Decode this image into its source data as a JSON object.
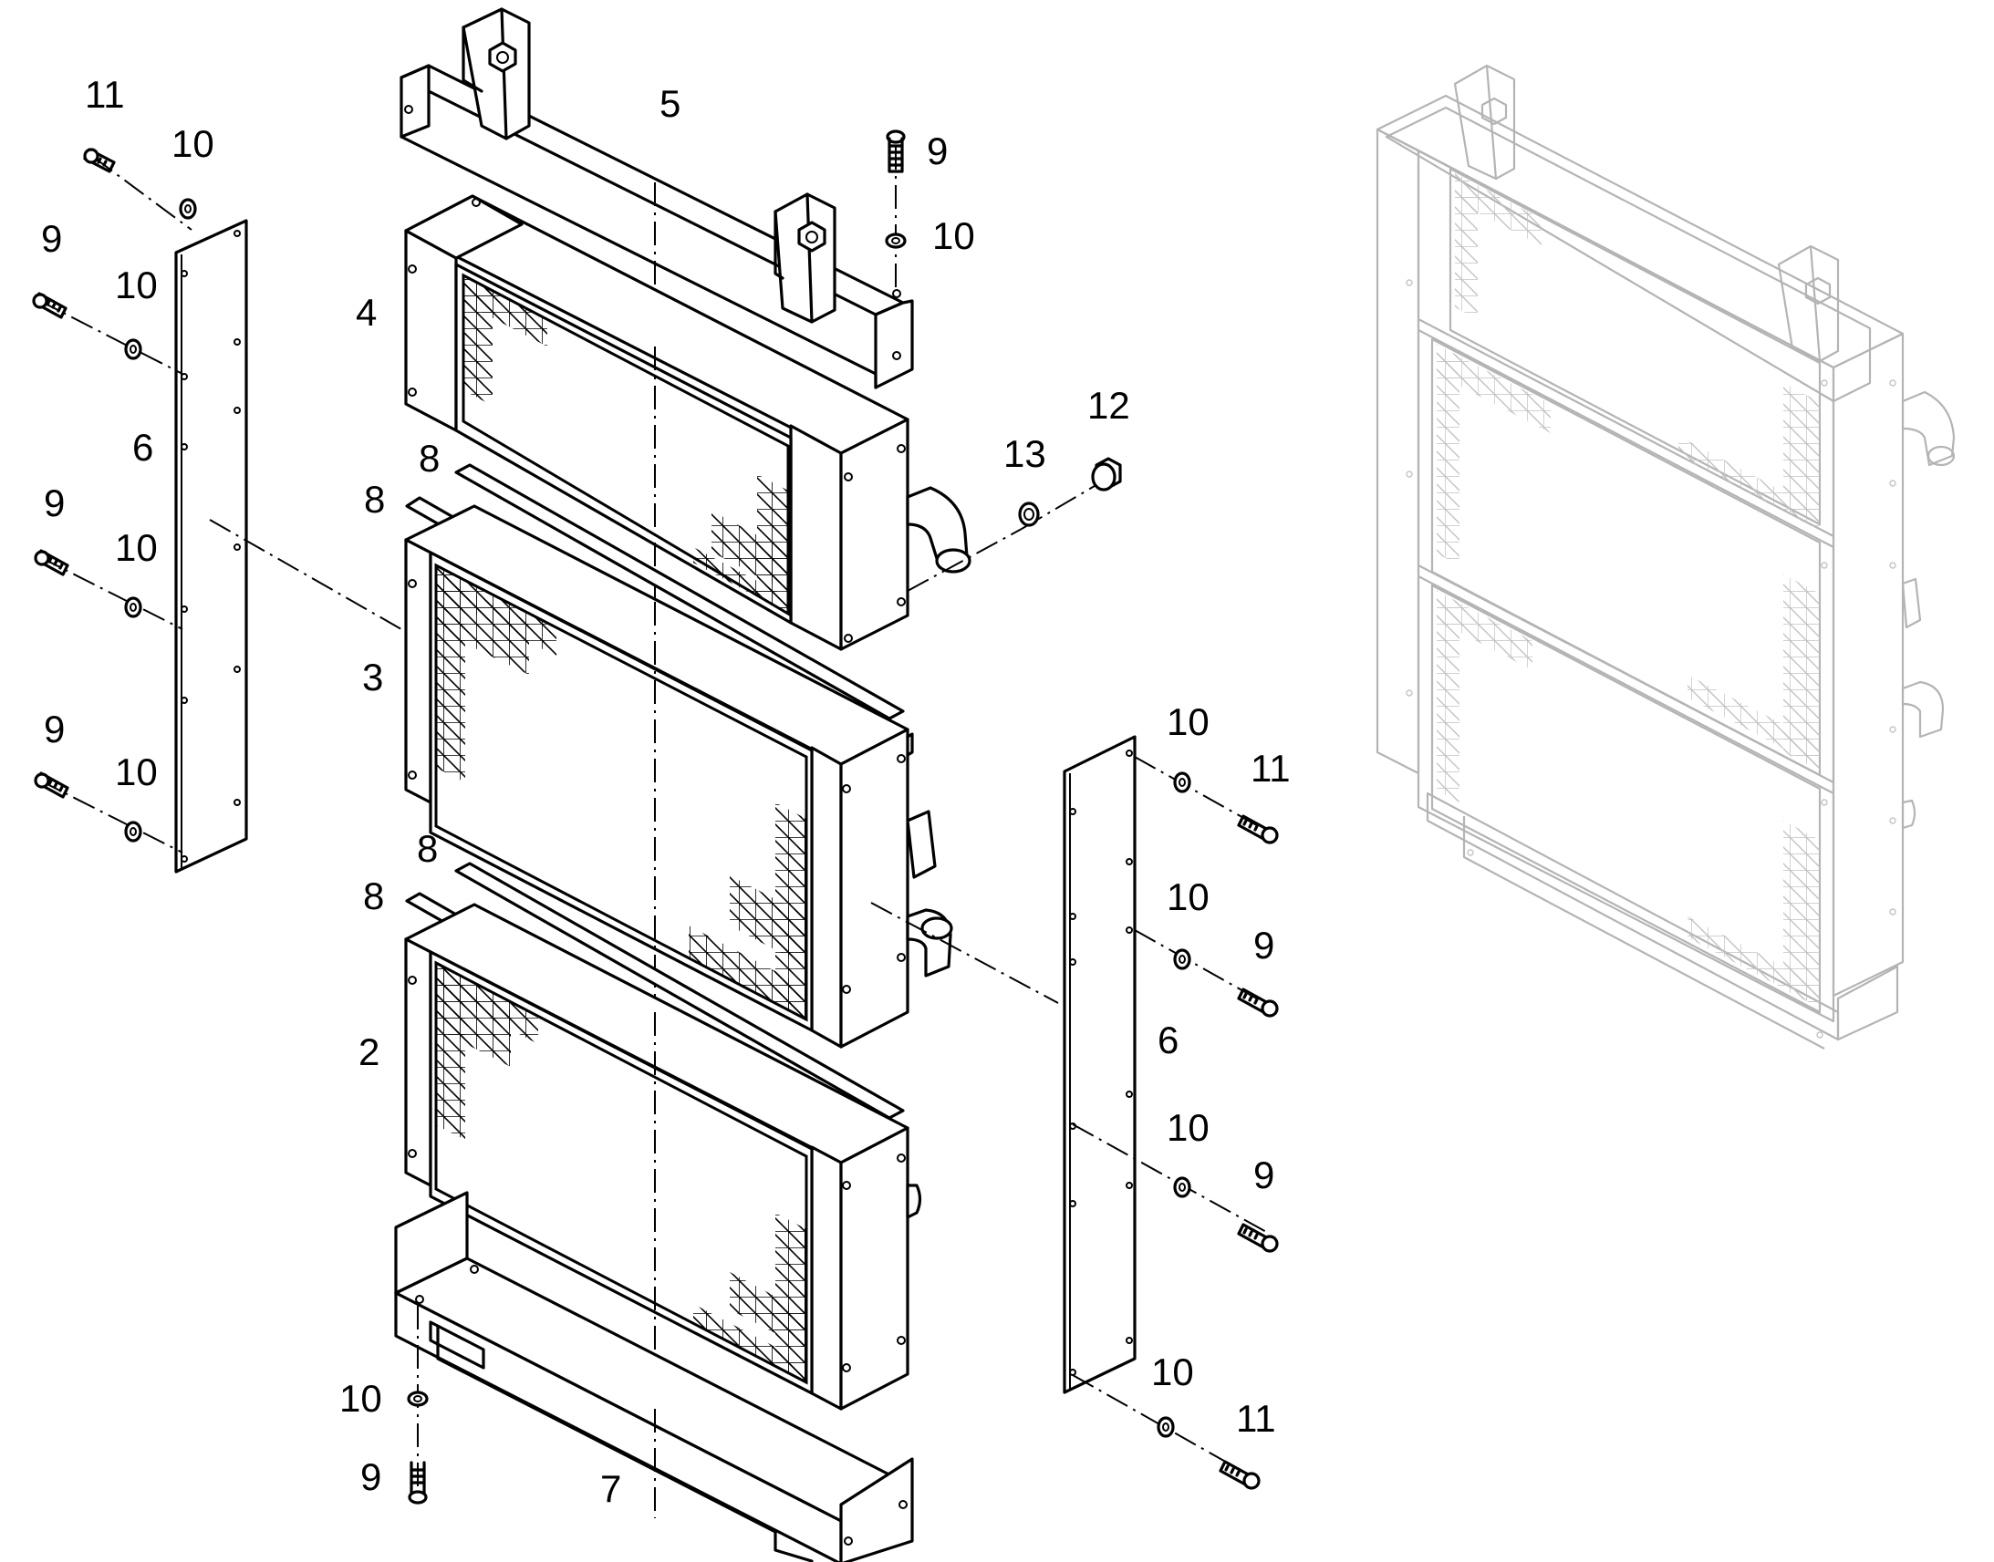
{
  "diagram": {
    "labels": [
      {
        "id": "callout-11-tl",
        "text": "11"
      },
      {
        "id": "callout-10-tl",
        "text": "10"
      },
      {
        "id": "callout-9-l1",
        "text": "9"
      },
      {
        "id": "callout-10-l1",
        "text": "10"
      },
      {
        "id": "callout-6-l",
        "text": "6"
      },
      {
        "id": "callout-9-l2",
        "text": "9"
      },
      {
        "id": "callout-10-l2",
        "text": "10"
      },
      {
        "id": "callout-9-l3",
        "text": "9"
      },
      {
        "id": "callout-10-l3",
        "text": "10"
      },
      {
        "id": "callout-5",
        "text": "5"
      },
      {
        "id": "callout-9-top",
        "text": "9"
      },
      {
        "id": "callout-10-top",
        "text": "10"
      },
      {
        "id": "callout-4",
        "text": "4"
      },
      {
        "id": "callout-8-a",
        "text": "8"
      },
      {
        "id": "callout-8-b",
        "text": "8"
      },
      {
        "id": "callout-3",
        "text": "3"
      },
      {
        "id": "callout-13",
        "text": "13"
      },
      {
        "id": "callout-12",
        "text": "12"
      },
      {
        "id": "callout-8-c",
        "text": "8"
      },
      {
        "id": "callout-8-d",
        "text": "8"
      },
      {
        "id": "callout-2",
        "text": "2"
      },
      {
        "id": "callout-10-bot",
        "text": "10"
      },
      {
        "id": "callout-9-bot",
        "text": "9"
      },
      {
        "id": "callout-7",
        "text": "7"
      },
      {
        "id": "callout-10-r1",
        "text": "10"
      },
      {
        "id": "callout-11-r1",
        "text": "11"
      },
      {
        "id": "callout-10-r2",
        "text": "10"
      },
      {
        "id": "callout-9-r2",
        "text": "9"
      },
      {
        "id": "callout-6-r",
        "text": "6"
      },
      {
        "id": "callout-10-r3",
        "text": "10"
      },
      {
        "id": "callout-9-r3",
        "text": "9"
      },
      {
        "id": "callout-10-r4",
        "text": "10"
      },
      {
        "id": "callout-11-r4",
        "text": "11"
      }
    ]
  }
}
